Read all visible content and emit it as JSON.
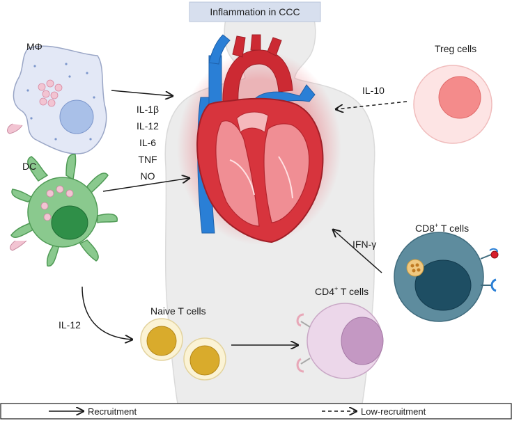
{
  "title": "Inflammation in CCC",
  "cells": {
    "macrophage": "MΦ",
    "dc": "DC",
    "treg": "Treg cells",
    "cd8": "CD8",
    "cd8_sup": "+",
    "cd8_suffix": " T cells",
    "cd4": "CD4",
    "cd4_sup": "+",
    "cd4_suffix": " T cells",
    "naive": "Naive T cells"
  },
  "cytokines": {
    "list": [
      "IL-1β",
      "IL-12",
      "IL-6",
      "TNF",
      "NO"
    ],
    "treg_signal": "IL-10",
    "cd8_signal": "IFN-γ",
    "dc_signal": "IL-12"
  },
  "legend": {
    "recruitment": "Recruitment",
    "low_recruitment": "Low-recruitment"
  },
  "colors": {
    "heart_red": "#d7343d",
    "vessel_blue": "#2a7fd6",
    "macrophage_fill": "#e3e8f6",
    "dc_fill": "#8ac98e",
    "treg_fill": "#fde4e4",
    "cd8_fill": "#5e8c9e",
    "cd4_fill": "#ecd7ea",
    "naive_fill": "#d9ab2c"
  }
}
